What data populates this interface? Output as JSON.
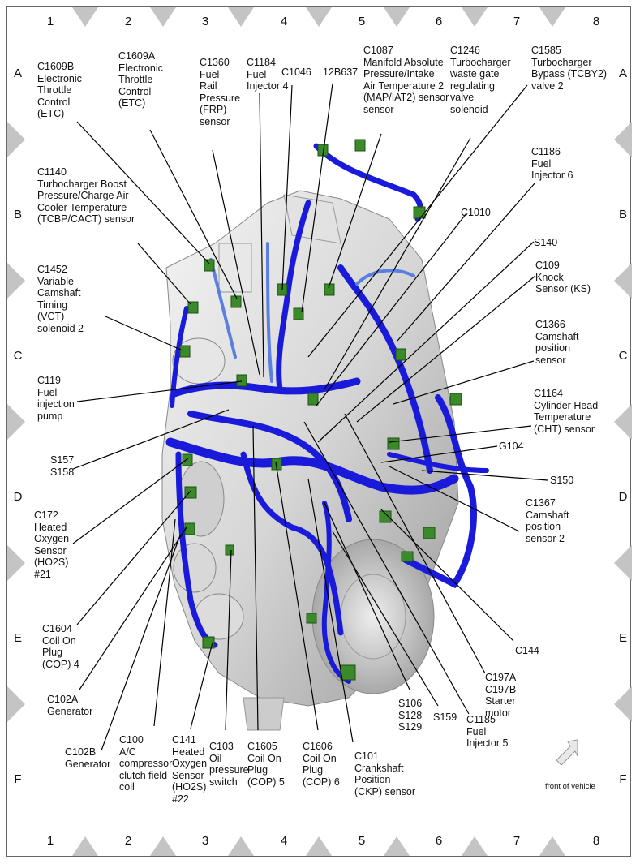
{
  "grid": {
    "columns": [
      "1",
      "2",
      "3",
      "4",
      "5",
      "6",
      "7",
      "8"
    ],
    "rows": [
      "A",
      "B",
      "C",
      "D",
      "E",
      "F"
    ]
  },
  "labels": [
    {
      "id": "c1609b",
      "text": "C1609B\nElectronic\nThrottle\nControl\n(ETC)"
    },
    {
      "id": "c1609a",
      "text": "C1609A\nElectronic\nThrottle\nControl\n(ETC)"
    },
    {
      "id": "c1360",
      "text": "C1360\nFuel\nRail\nPressure\n(FRP)\nsensor"
    },
    {
      "id": "c1184",
      "text": "C1184\nFuel\nInjector 4"
    },
    {
      "id": "c1046",
      "text": "C1046"
    },
    {
      "id": "12b637",
      "text": "12B637"
    },
    {
      "id": "c1087",
      "text": "C1087\nManifold Absolute\nPressure/Intake\nAir Temperature 2\n(MAP/IAT2) sensor\nsensor"
    },
    {
      "id": "c1246",
      "text": "C1246\nTurbocharger\nwaste gate\nregulating\nvalve\nsolenoid"
    },
    {
      "id": "c1585",
      "text": "C1585\nTurbocharger\nBypass (TCBY2)\nvalve 2"
    },
    {
      "id": "c1186",
      "text": "C1186\nFuel\nInjector 6"
    },
    {
      "id": "c1140",
      "text": "C1140\nTurbocharger Boost\nPressure/Charge Air\nCooler Temperature\n(TCBP/CACT) sensor"
    },
    {
      "id": "c1010",
      "text": "C1010"
    },
    {
      "id": "s140",
      "text": "S140"
    },
    {
      "id": "c1452",
      "text": "C1452\nVariable\nCamshaft\nTiming\n(VCT)\nsolenoid 2"
    },
    {
      "id": "c109",
      "text": "C109\nKnock\nSensor (KS)"
    },
    {
      "id": "c1366",
      "text": "C1366\nCamshaft\nposition\nsensor"
    },
    {
      "id": "c119",
      "text": "C119\nFuel\ninjection\npump"
    },
    {
      "id": "c1164",
      "text": "C1164\nCylinder Head\nTemperature\n(CHT) sensor"
    },
    {
      "id": "s157",
      "text": "S157\nS158"
    },
    {
      "id": "g104",
      "text": "G104"
    },
    {
      "id": "s150",
      "text": "S150"
    },
    {
      "id": "c172",
      "text": "C172\nHeated\nOxygen\nSensor\n(HO2S)\n#21"
    },
    {
      "id": "c1367",
      "text": "C1367\nCamshaft\nposition\nsensor 2"
    },
    {
      "id": "c1604",
      "text": "C1604\nCoil On\nPlug\n(COP) 4"
    },
    {
      "id": "c144",
      "text": "C144"
    },
    {
      "id": "c102a",
      "text": "C102A\nGenerator"
    },
    {
      "id": "c197",
      "text": "C197A\nC197B\nStarter\nmotor"
    },
    {
      "id": "s106",
      "text": "S106\nS128\nS129"
    },
    {
      "id": "s159",
      "text": "S159"
    },
    {
      "id": "c1185",
      "text": "C1185\nFuel\nInjector 5"
    },
    {
      "id": "c102b",
      "text": "C102B\nGenerator"
    },
    {
      "id": "c100",
      "text": "C100\nA/C\ncompressor\nclutch field\ncoil"
    },
    {
      "id": "c141",
      "text": "C141\nHeated\nOxygen\nSensor\n(HO2S)\n#22"
    },
    {
      "id": "c103",
      "text": "C103\nOil\npressure\nswitch"
    },
    {
      "id": "c1605",
      "text": "C1605\nCoil On\nPlug\n(COP) 5"
    },
    {
      "id": "c1606",
      "text": "C1606\nCoil On\nPlug\n(COP) 6"
    },
    {
      "id": "c101",
      "text": "C101\nCrankshaft\nPosition\n(CKP) sensor"
    }
  ],
  "front_indicator": "front of vehicle",
  "colors": {
    "harness": "#1a1adb",
    "harness_light": "#5a7fe0",
    "connector": "#3a8a2a",
    "engine": "#d9d9d9",
    "grid_marker": "#c4c4c4"
  }
}
